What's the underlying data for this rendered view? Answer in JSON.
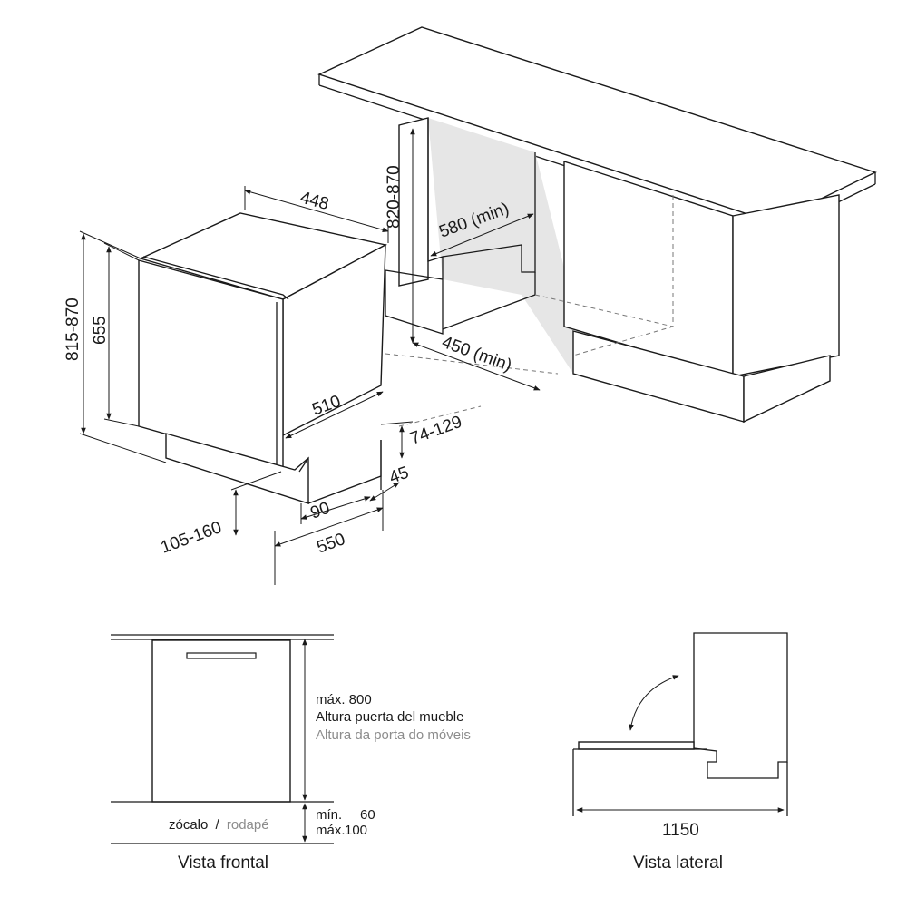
{
  "iso": {
    "width_448": "448",
    "height_820_870": "820-870",
    "depth_580_min": "580 (min)",
    "width_450_min": "450 (min)",
    "height_815_870": "815-870",
    "height_655": "655",
    "depth_510": "510",
    "plinth_74_129": "74-129",
    "plinth_45": "45",
    "plinth_90": "90",
    "plinth_105_160": "105-160",
    "depth_550": "550"
  },
  "front_view": {
    "max_800": "máx. 800",
    "door_height_es": "Altura puerta del mueble",
    "door_height_pt": "Altura da porta do móveis",
    "plinth_es": "zócalo",
    "separator": "/",
    "plinth_pt": "rodapé",
    "min_label": "mín.",
    "min_value": "60",
    "max_label": "máx.",
    "max_value": "100",
    "caption": "Vista frontal"
  },
  "side_view": {
    "width_1150": "1150",
    "caption": "Vista lateral"
  }
}
